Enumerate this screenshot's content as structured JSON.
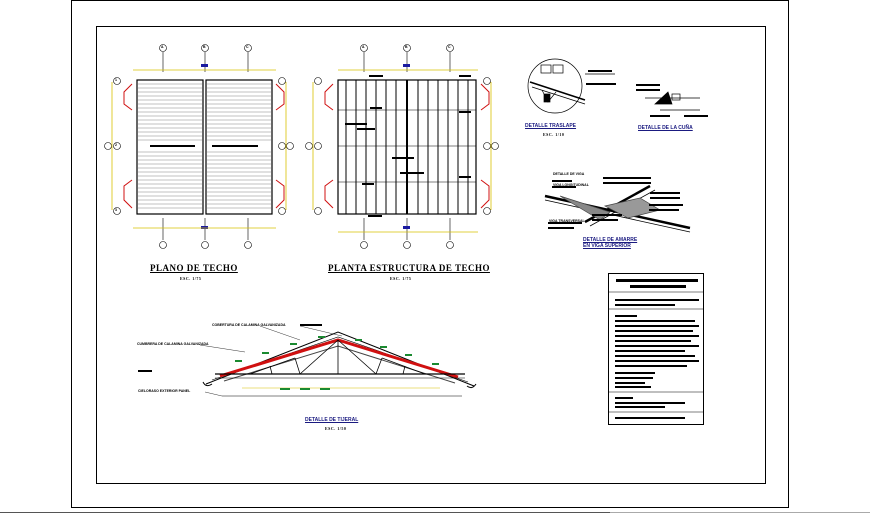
{
  "drawings": {
    "roof_plan": {
      "title": "PLANO DE TECHO",
      "scale": "ESC. 1/75"
    },
    "structure_plan": {
      "title": "PLANTA ESTRUCTURA DE TECHO",
      "scale": "ESC. 1/75"
    },
    "overlap_detail": {
      "title": "DETALLE TRASLAPE",
      "scale": "ESC. 1/10"
    },
    "wedge_detail": {
      "title": "DETALLE DE LA CUÑA"
    },
    "tie_detail": {
      "title": "DETALLE DE AMARRE",
      "subtitle": "EN VIGA SUPERIOR"
    },
    "truss_detail": {
      "title": "DETALLE DE TIJERAL",
      "scale": "ESC. 1/50"
    }
  },
  "truss_notes": {
    "roofing": "COBERTURA DE CALAMINA GALVANIZADA",
    "ridge": "CUMBRERA DE CALAMINA GALVANIZADA",
    "ceiling": "CIELORASO EXTERIOR PANEL"
  },
  "tie_notes": {
    "beam": "DETALLE DE VIGA",
    "longitudinal": "VIGA LONGITUDINAL",
    "transversal": "VIGA TRANSVERSAL"
  },
  "axes": {
    "top": [
      "A",
      "B",
      "C"
    ],
    "side": [
      "1",
      "2",
      "3"
    ]
  },
  "colors": {
    "accent_red": "#d01010",
    "accent_yellow": "#d8c000",
    "accent_blue": "#1a1aa0",
    "ink": "#000000"
  }
}
